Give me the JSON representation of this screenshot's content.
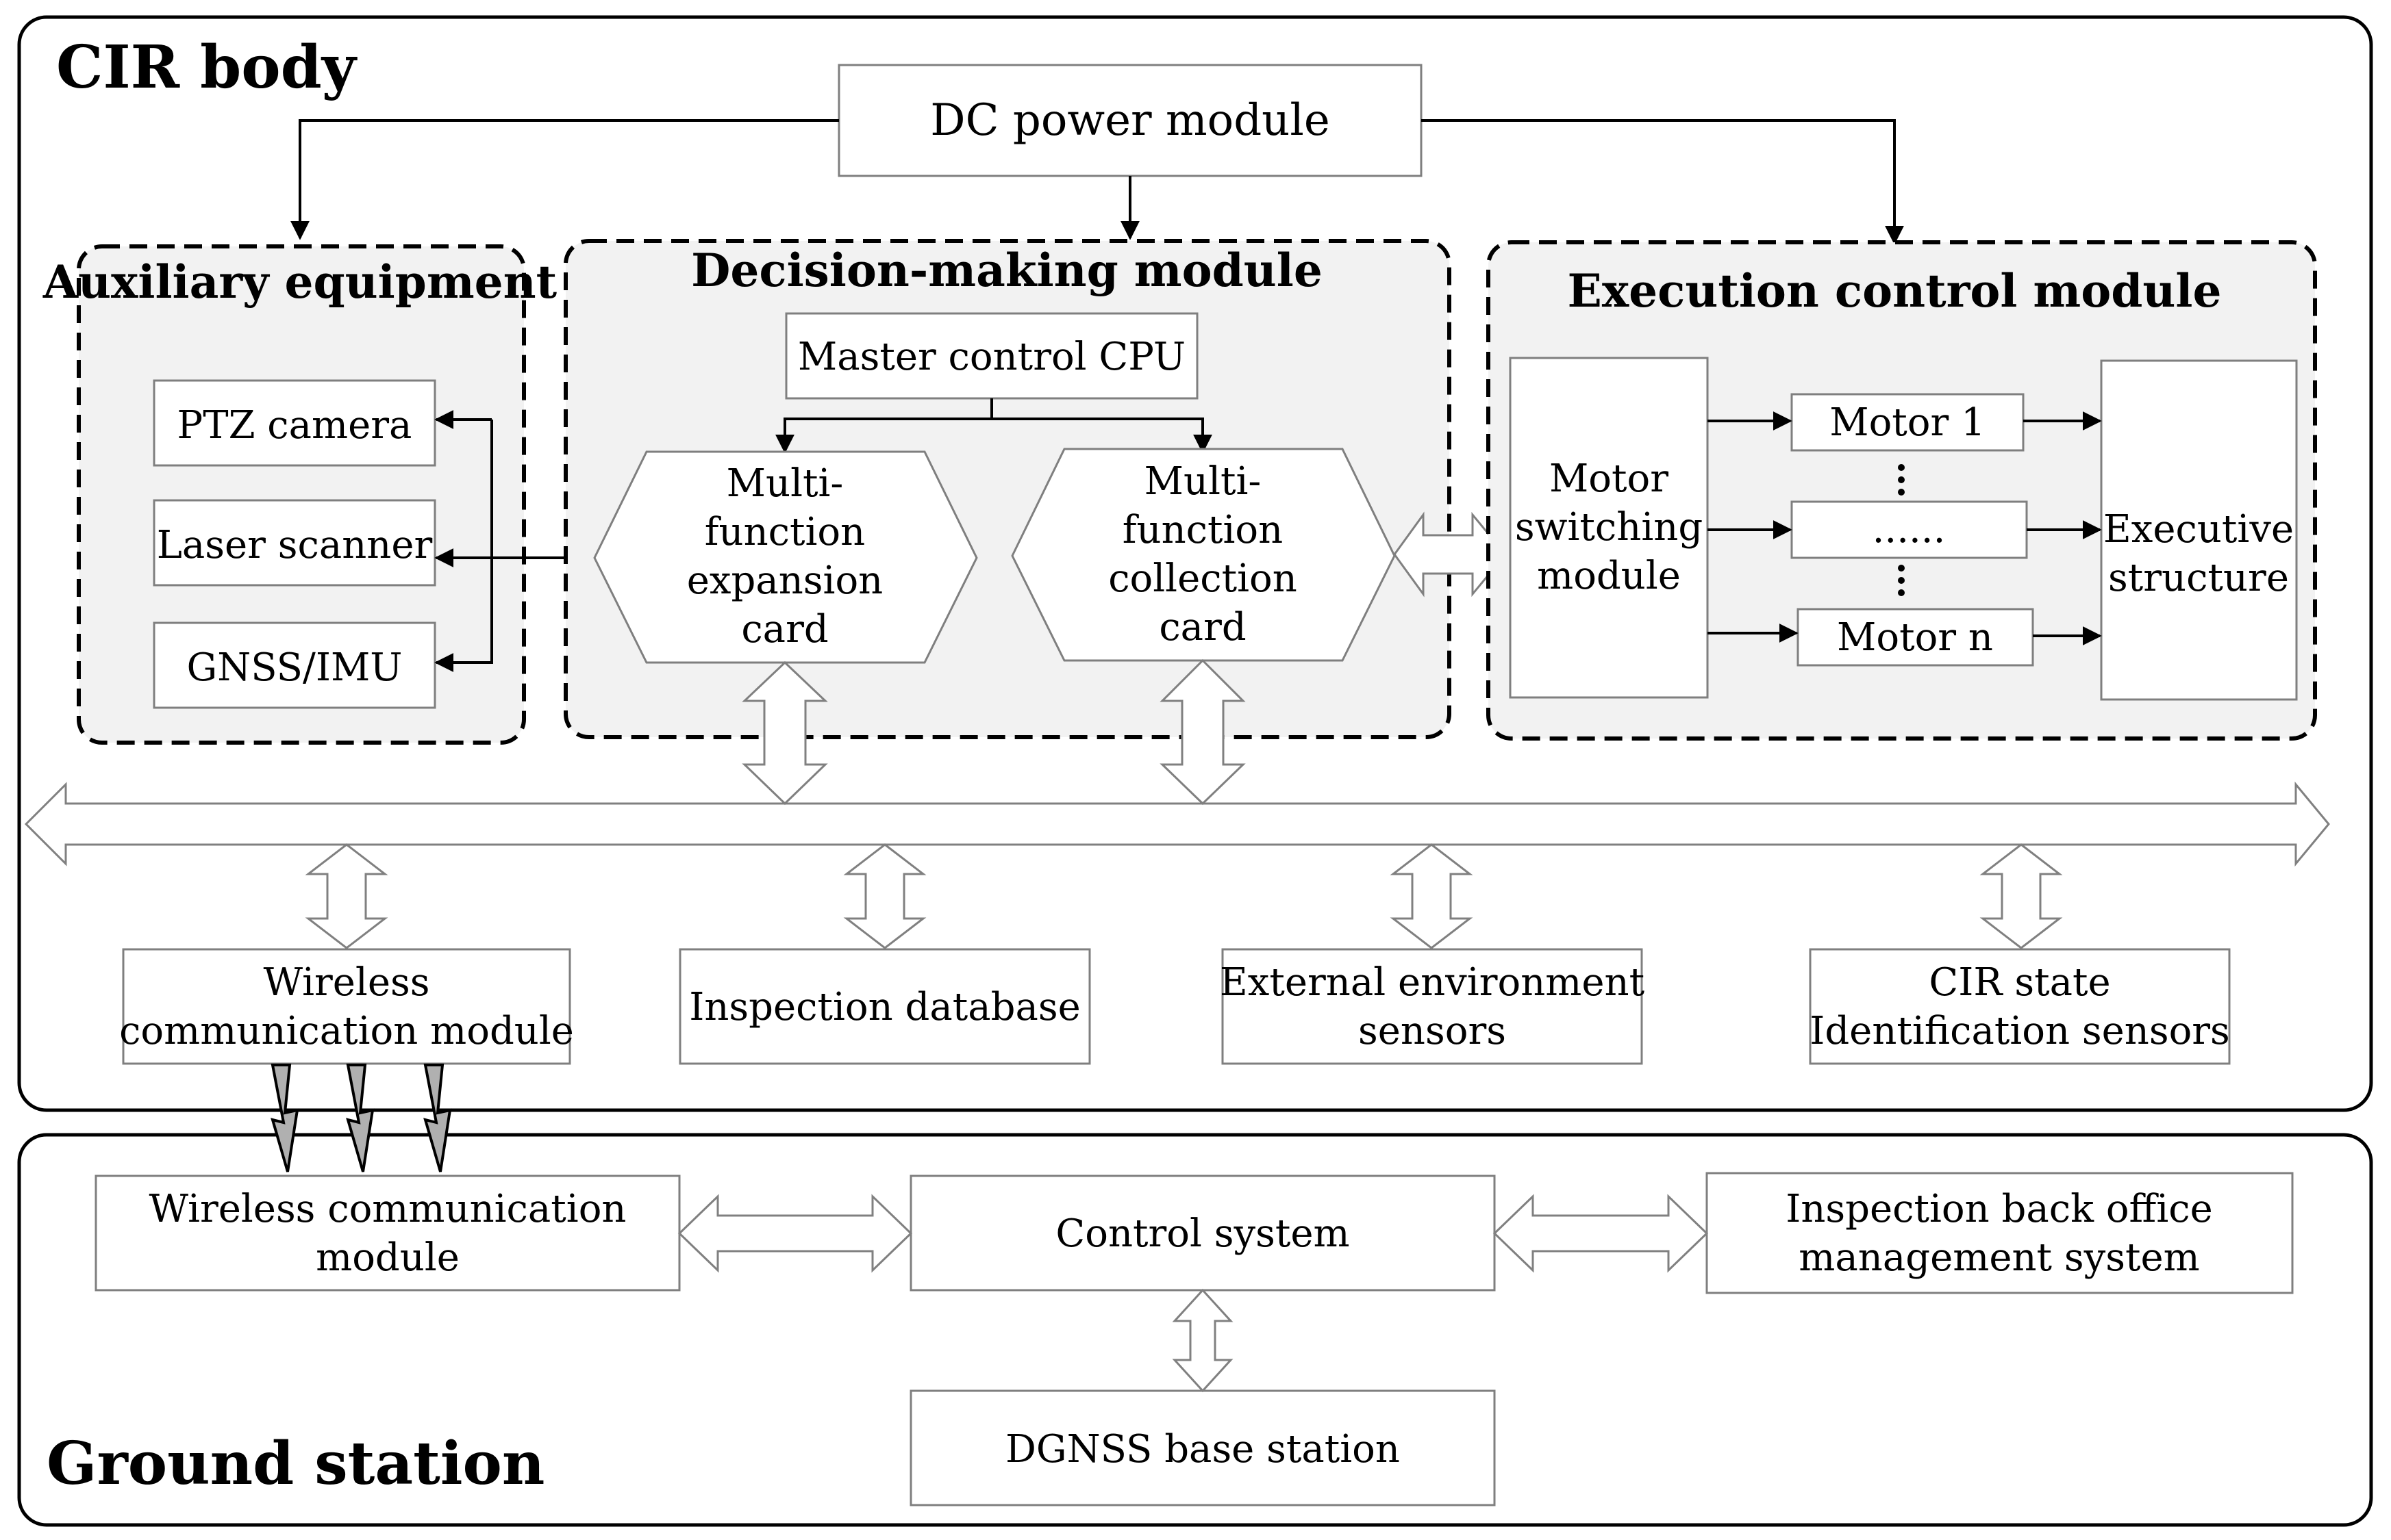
{
  "regions": {
    "cir_body": "CIR body",
    "ground_station": "Ground station"
  },
  "power": {
    "dc_power_module": "DC power module"
  },
  "auxiliary": {
    "title": "Auxiliary equipment",
    "items": [
      "PTZ camera",
      "Laser scanner",
      "GNSS/IMU"
    ]
  },
  "decision": {
    "title": "Decision-making module",
    "master_cpu": "Master control CPU",
    "expansion_card": [
      "Multi-",
      "function",
      "expansion",
      "card"
    ],
    "collection_card": [
      "Multi-",
      "function",
      "collection",
      "card"
    ]
  },
  "execution": {
    "title": "Execution control module",
    "switching": [
      "Motor",
      "switching",
      "module"
    ],
    "motors": [
      "Motor 1",
      "......",
      "Motor n"
    ],
    "executive": [
      "Executive",
      "structure"
    ]
  },
  "peripherals": {
    "wireless": [
      "Wireless",
      "communication module"
    ],
    "database": "Inspection database",
    "external_sensors": [
      "External environment",
      "sensors"
    ],
    "state_sensors": [
      "CIR state",
      "Identification sensors"
    ]
  },
  "ground": {
    "wireless": [
      "Wireless communication",
      "module"
    ],
    "control_system": "Control system",
    "back_office": [
      "Inspection back office",
      "management system"
    ],
    "dgnss": "DGNSS base station"
  }
}
